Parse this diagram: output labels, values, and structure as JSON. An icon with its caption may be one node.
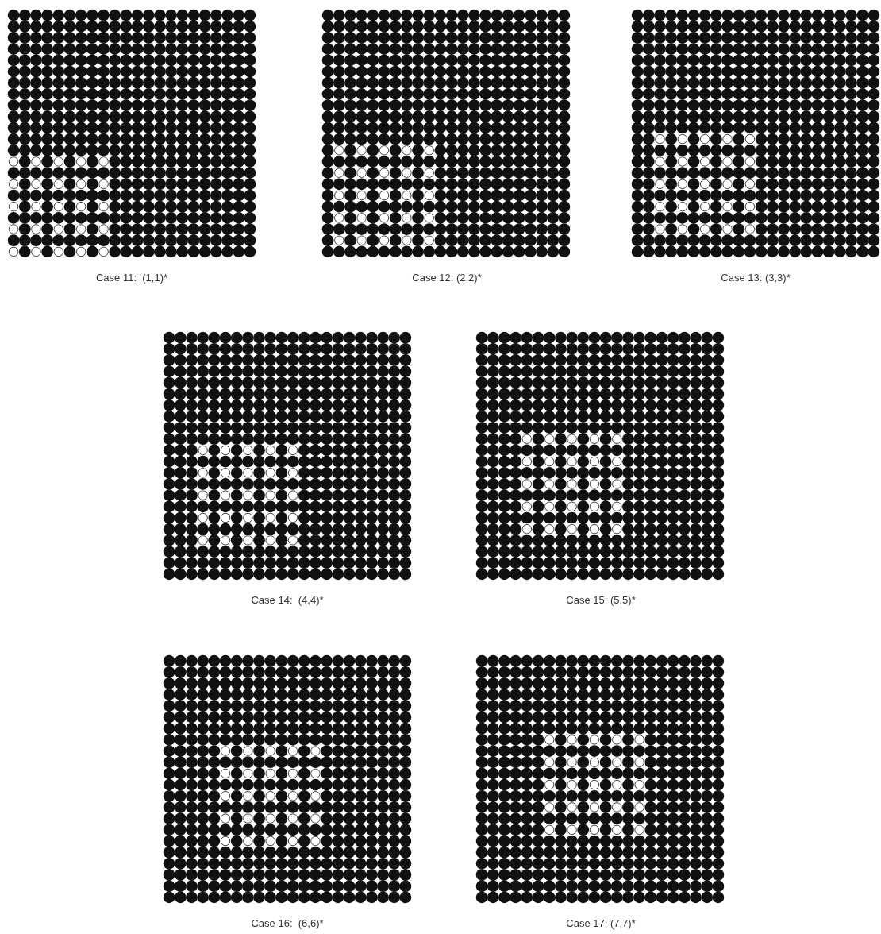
{
  "diagram": {
    "labels": [
      "Case 11:  (1,1)*",
      "Case 12: (2,2)*",
      "Case 13: (3,3)*",
      "Case 14:  (4,4)*",
      "Case 15: (5,5)*",
      "Case 16:  (6,6)*",
      "Case 17: (7,7)*"
    ]
  }
}
